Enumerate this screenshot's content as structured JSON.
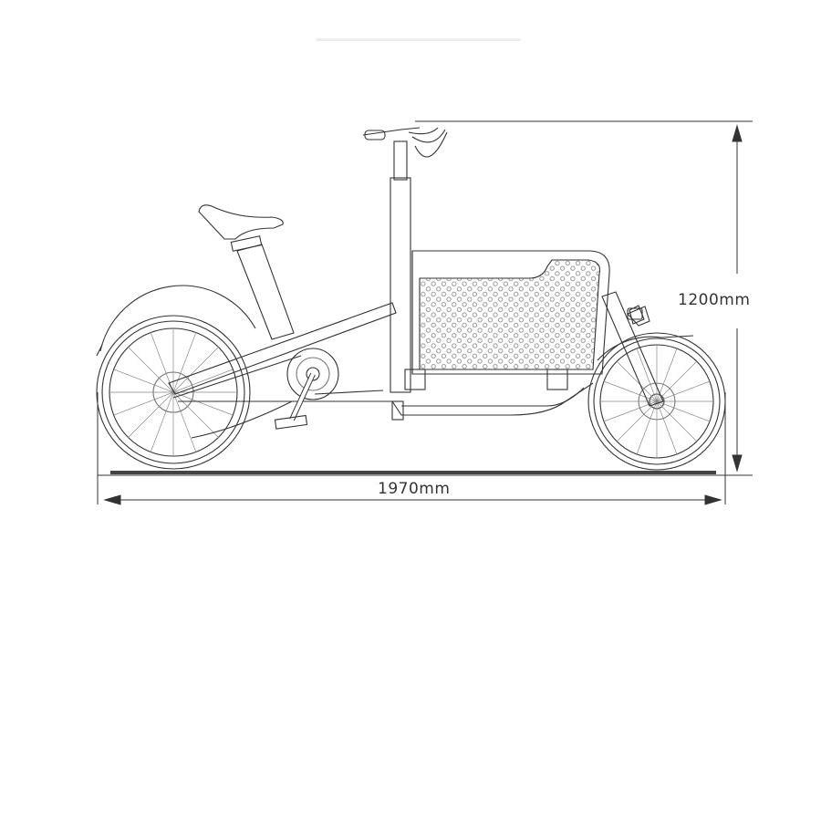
{
  "diagram": {
    "subject": "cargo e-bike side view technical drawing",
    "dimensions": {
      "height_label": "1200mm",
      "length_label": "1970mm"
    },
    "colors": {
      "line": "#333333",
      "ground": "#444444",
      "background": "#ffffff",
      "top_bar": "#eeeeee"
    }
  }
}
